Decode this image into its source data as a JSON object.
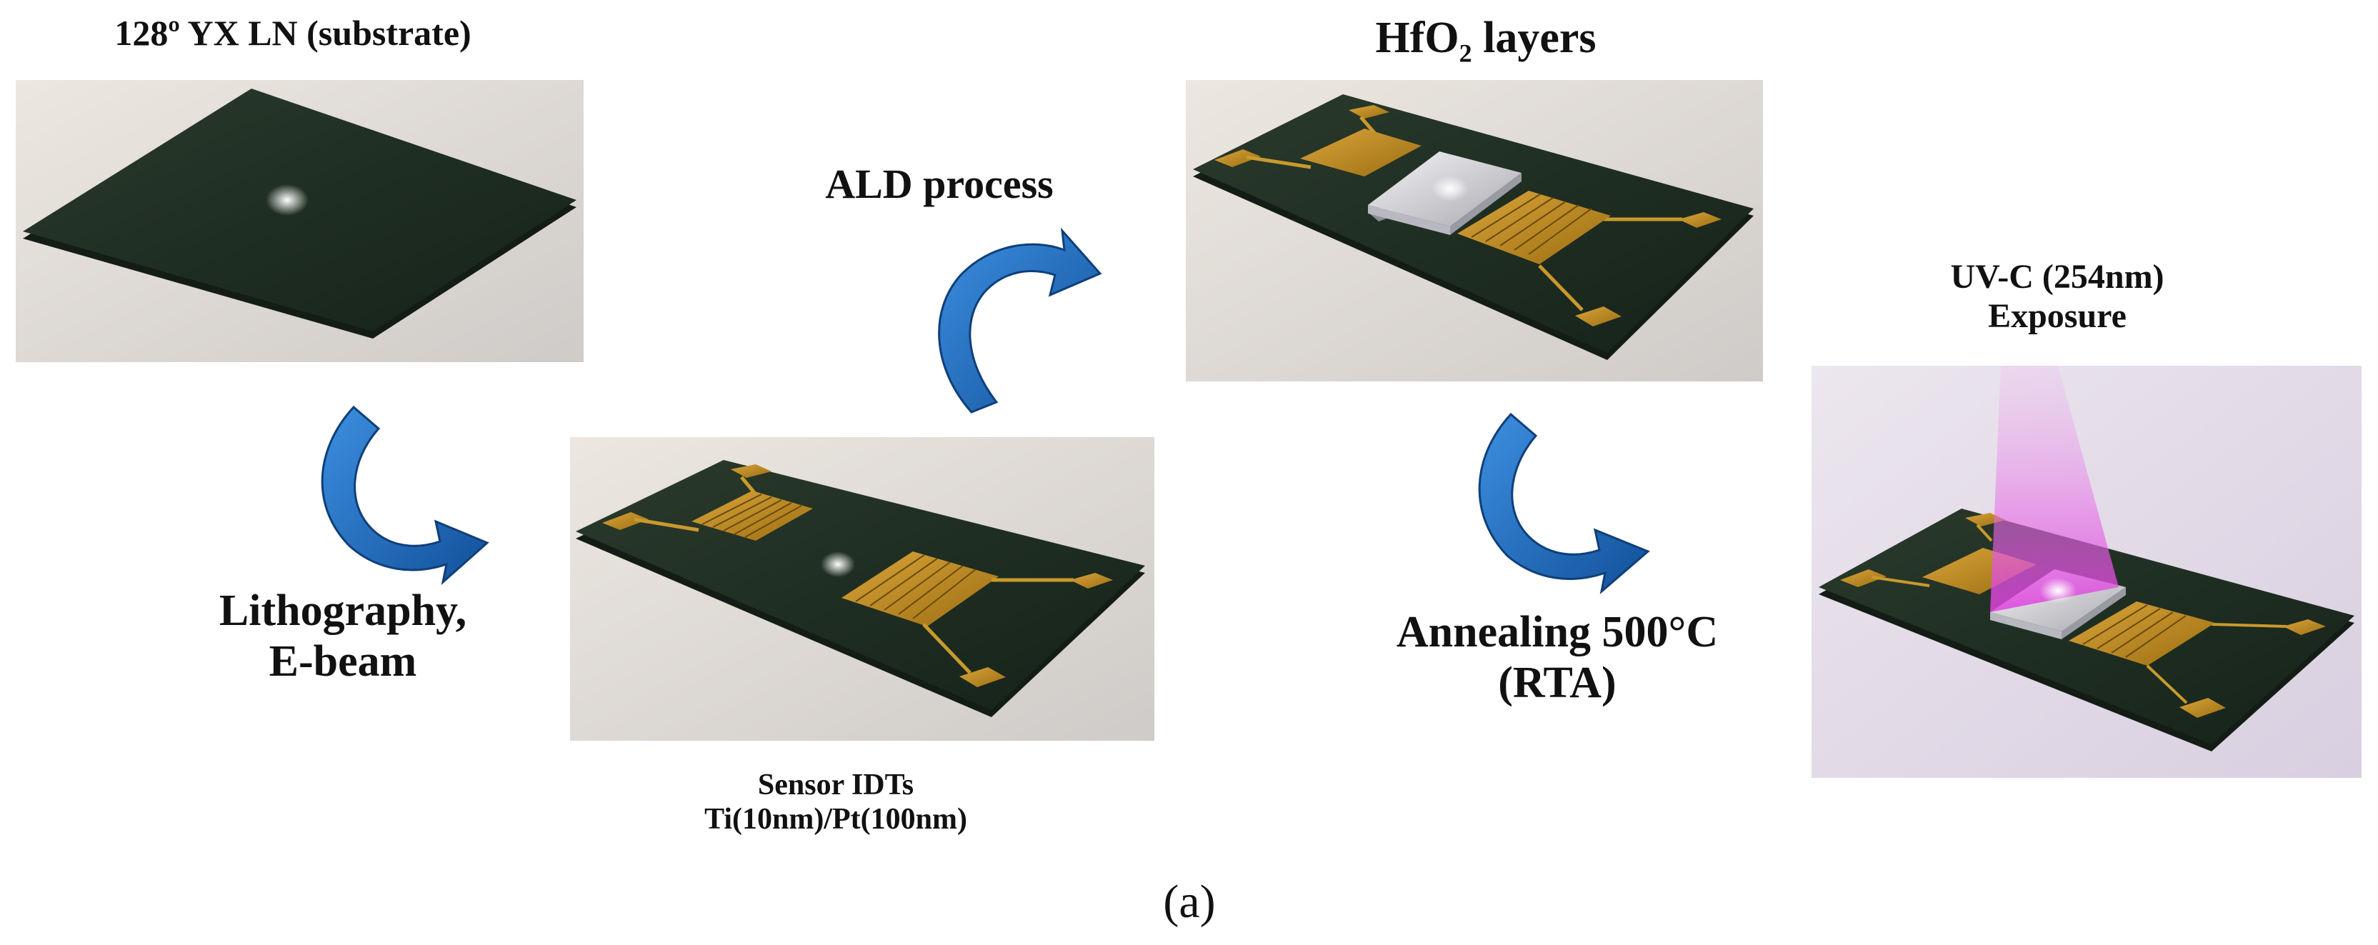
{
  "labels": {
    "substrate": "128º YX LN (substrate)",
    "hfo2_main": "HfO",
    "hfo2_sub": "2",
    "hfo2_rest": " layers",
    "ald": "ALD process",
    "uvc_line1": "UV-C (254nm)",
    "uvc_line2": "Exposure",
    "litho_line1": "Lithography,",
    "litho_line2": "E-beam",
    "idt_line1": "Sensor IDTs",
    "idt_line2": "Ti(10nm)/Pt(100nm)",
    "anneal_line1": "Annealing 500°C",
    "anneal_line2": "(RTA)",
    "panel_tag": "(a)"
  },
  "colors": {
    "substrate_dark": "#1c2a1f",
    "electrode_gold": "#b8860b",
    "arrow_blue": "#1f6fc0",
    "uv_magenta": "#e040e0",
    "hfo2_film": "#d6d6da"
  }
}
